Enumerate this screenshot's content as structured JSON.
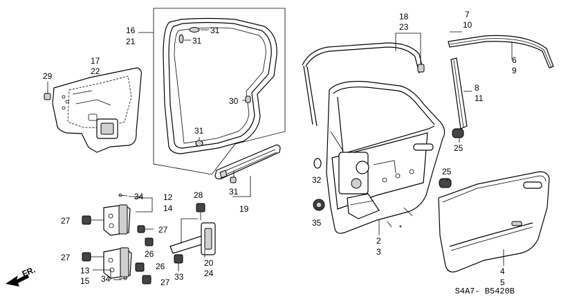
{
  "diagram": {
    "callouts": [
      {
        "id": "c16",
        "text": "16"
      },
      {
        "id": "c21",
        "text": "21"
      },
      {
        "id": "c31a",
        "text": "31"
      },
      {
        "id": "c31b",
        "text": "31"
      },
      {
        "id": "c30",
        "text": "30"
      },
      {
        "id": "c31c",
        "text": "31"
      },
      {
        "id": "c31d",
        "text": "31"
      },
      {
        "id": "c19",
        "text": "19"
      },
      {
        "id": "c17",
        "text": "17"
      },
      {
        "id": "c22",
        "text": "22"
      },
      {
        "id": "c29",
        "text": "29"
      },
      {
        "id": "c18",
        "text": "18"
      },
      {
        "id": "c23",
        "text": "23"
      },
      {
        "id": "c7",
        "text": "7"
      },
      {
        "id": "c10",
        "text": "10"
      },
      {
        "id": "c6",
        "text": "6"
      },
      {
        "id": "c9",
        "text": "9"
      },
      {
        "id": "c8",
        "text": "8"
      },
      {
        "id": "c11",
        "text": "11"
      },
      {
        "id": "c25a",
        "text": "25"
      },
      {
        "id": "c25b",
        "text": "25"
      },
      {
        "id": "c32",
        "text": "32"
      },
      {
        "id": "c35",
        "text": "35"
      },
      {
        "id": "c2",
        "text": "2"
      },
      {
        "id": "c3",
        "text": "3"
      },
      {
        "id": "c4",
        "text": "4"
      },
      {
        "id": "c5",
        "text": "5"
      },
      {
        "id": "c34a",
        "text": "34"
      },
      {
        "id": "c12",
        "text": "12"
      },
      {
        "id": "c14",
        "text": "14"
      },
      {
        "id": "c27a",
        "text": "27"
      },
      {
        "id": "c27b",
        "text": "27"
      },
      {
        "id": "c26a",
        "text": "26"
      },
      {
        "id": "c28",
        "text": "28"
      },
      {
        "id": "c27c",
        "text": "27"
      },
      {
        "id": "c13",
        "text": "13"
      },
      {
        "id": "c15",
        "text": "15"
      },
      {
        "id": "c34b",
        "text": "34"
      },
      {
        "id": "c26b",
        "text": "26"
      },
      {
        "id": "c27d",
        "text": "27"
      },
      {
        "id": "c33",
        "text": "33"
      },
      {
        "id": "c20",
        "text": "20"
      },
      {
        "id": "c24",
        "text": "24"
      }
    ],
    "direction_label": "FR.",
    "diagram_code": "S4A7- B5420B"
  }
}
